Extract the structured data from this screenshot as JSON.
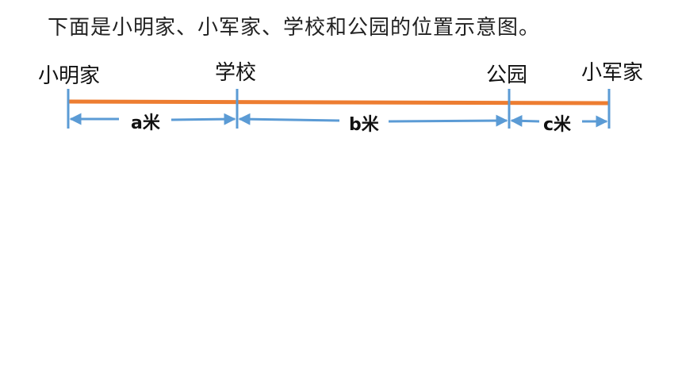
{
  "title": "下面是小明家、小军家、学校和公园的位置示意图。",
  "places": {
    "xiaoming_home": "小明家",
    "school": "学校",
    "park": "公园",
    "xiaojun_home": "小军家"
  },
  "segments": {
    "a": "a米",
    "b": "b米",
    "c": "c米"
  },
  "colors": {
    "road": "#ED7D31",
    "marker": "#5B9BD5",
    "text": "#111111"
  }
}
